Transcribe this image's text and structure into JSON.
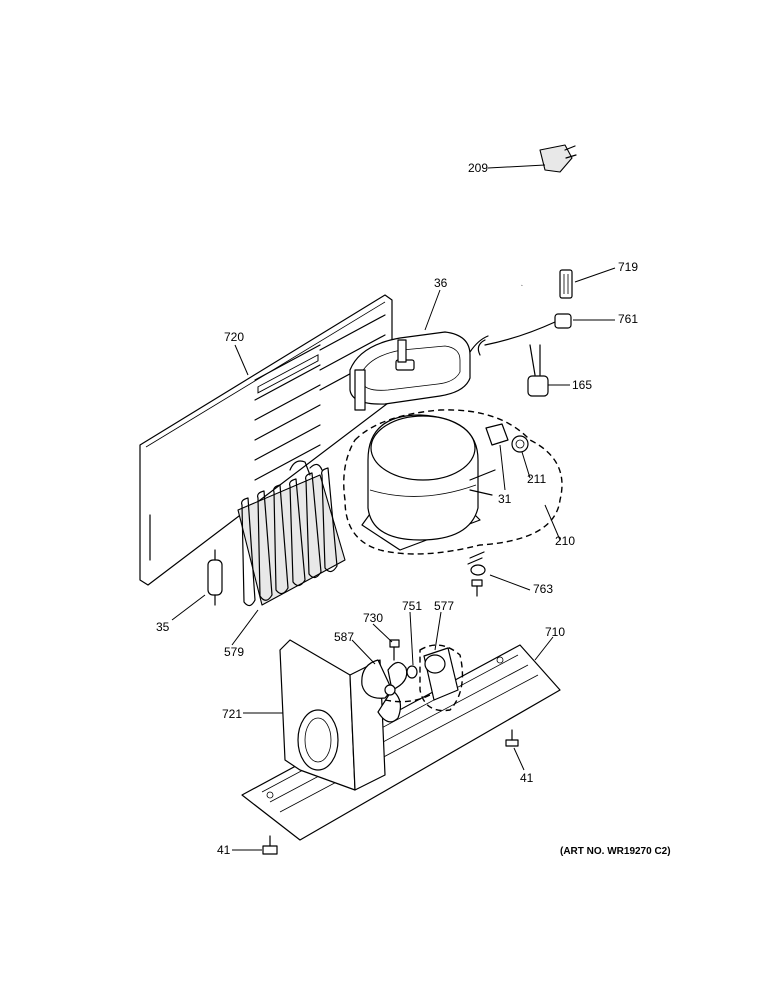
{
  "callouts": {
    "c209": "209",
    "c719": "719",
    "c36": "36",
    "c761": "761",
    "c720": "720",
    "c165": "165",
    "c31": "31",
    "c211": "211",
    "c210": "210",
    "c35": "35",
    "c579": "579",
    "c763": "763",
    "c730": "730",
    "c751": "751",
    "c577": "577",
    "c587": "587",
    "c710": "710",
    "c721": "721",
    "c41a": "41",
    "c41b": "41"
  },
  "art_number": "(ART NO. WR19270 C2)"
}
